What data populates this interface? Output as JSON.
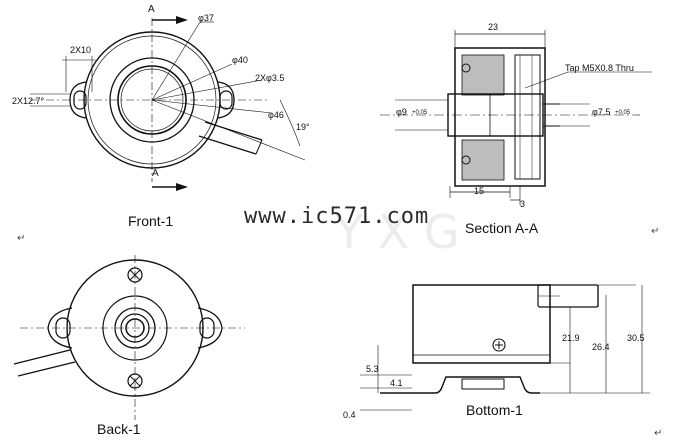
{
  "views": {
    "front": {
      "title": "Front-1",
      "section_letter_top": "A",
      "section_letter_bottom": "A",
      "dims": {
        "d37": "φ37",
        "d40": "φ40",
        "holes": "2Xφ3.5",
        "d46": "φ46",
        "angle": "19°",
        "slot_w": "2X10",
        "slot_h": "2X12.7°"
      }
    },
    "section": {
      "title": "Section A-A",
      "dims": {
        "width": "23",
        "tap": "Tap M5X0.8 Thru",
        "bore_left": "φ9",
        "tol_left": "+0.05",
        "bore_right": "φ7.5",
        "tol_right": "+0.05",
        "depth": "15",
        "step": "3"
      }
    },
    "back": {
      "title": "Back-1"
    },
    "bottom": {
      "title": "Bottom-1",
      "dims": {
        "h1": "21.9",
        "h2": "26.4",
        "h3": "30.5",
        "v1": "5.3",
        "v2": "4.1",
        "v3": "0.4"
      }
    }
  },
  "watermark": "www.ic571.com",
  "return_mark": "↵"
}
